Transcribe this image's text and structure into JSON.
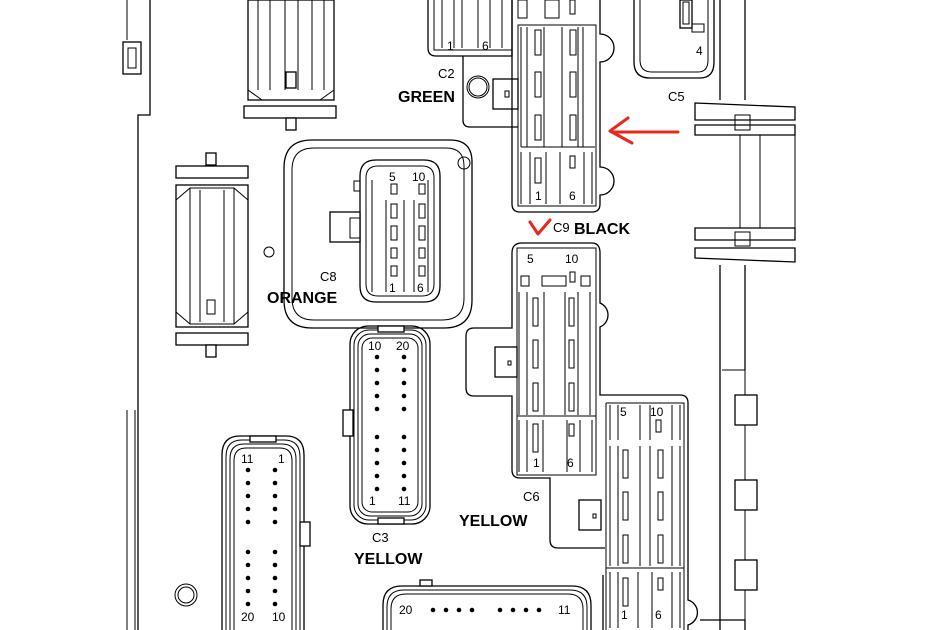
{
  "connectors": {
    "c2": {
      "id": "C2",
      "color": "GREEN",
      "pins": {
        "first": "1",
        "last": "6"
      }
    },
    "c5": {
      "id": "C5",
      "pins": {
        "last": "4"
      }
    },
    "c9": {
      "id": "C9",
      "color": "BLACK",
      "pins": {
        "first": "1",
        "last": "6"
      }
    },
    "c8": {
      "id": "C8",
      "color": "ORANGE",
      "pins": {
        "top_left": "5",
        "top_right": "10",
        "bottom_left": "1",
        "bottom_right": "6"
      }
    },
    "c3": {
      "id": "C3",
      "color": "YELLOW",
      "pins": {
        "top_left": "10",
        "top_right": "20",
        "bottom_left": "1",
        "bottom_right": "11"
      }
    },
    "c6": {
      "id": "C6",
      "color": "YELLOW",
      "pins": {
        "top_left": "5",
        "top_right": "10",
        "bottom_left": "1",
        "bottom_right": "6"
      }
    },
    "lower_right": {
      "pins": {
        "top_left": "5",
        "top_right": "10",
        "bottom_left": "1",
        "bottom_right": "6"
      }
    },
    "lower_left": {
      "pins": {
        "top_left": "11",
        "top_right": "1",
        "bottom_left": "20",
        "bottom_right": "10"
      }
    },
    "bottom": {
      "pins": {
        "left": "20",
        "right": "11"
      }
    }
  },
  "annotations": {
    "arrow_color": "#e8281e",
    "arrow_target": "C9",
    "checkmark_target": "C9"
  }
}
